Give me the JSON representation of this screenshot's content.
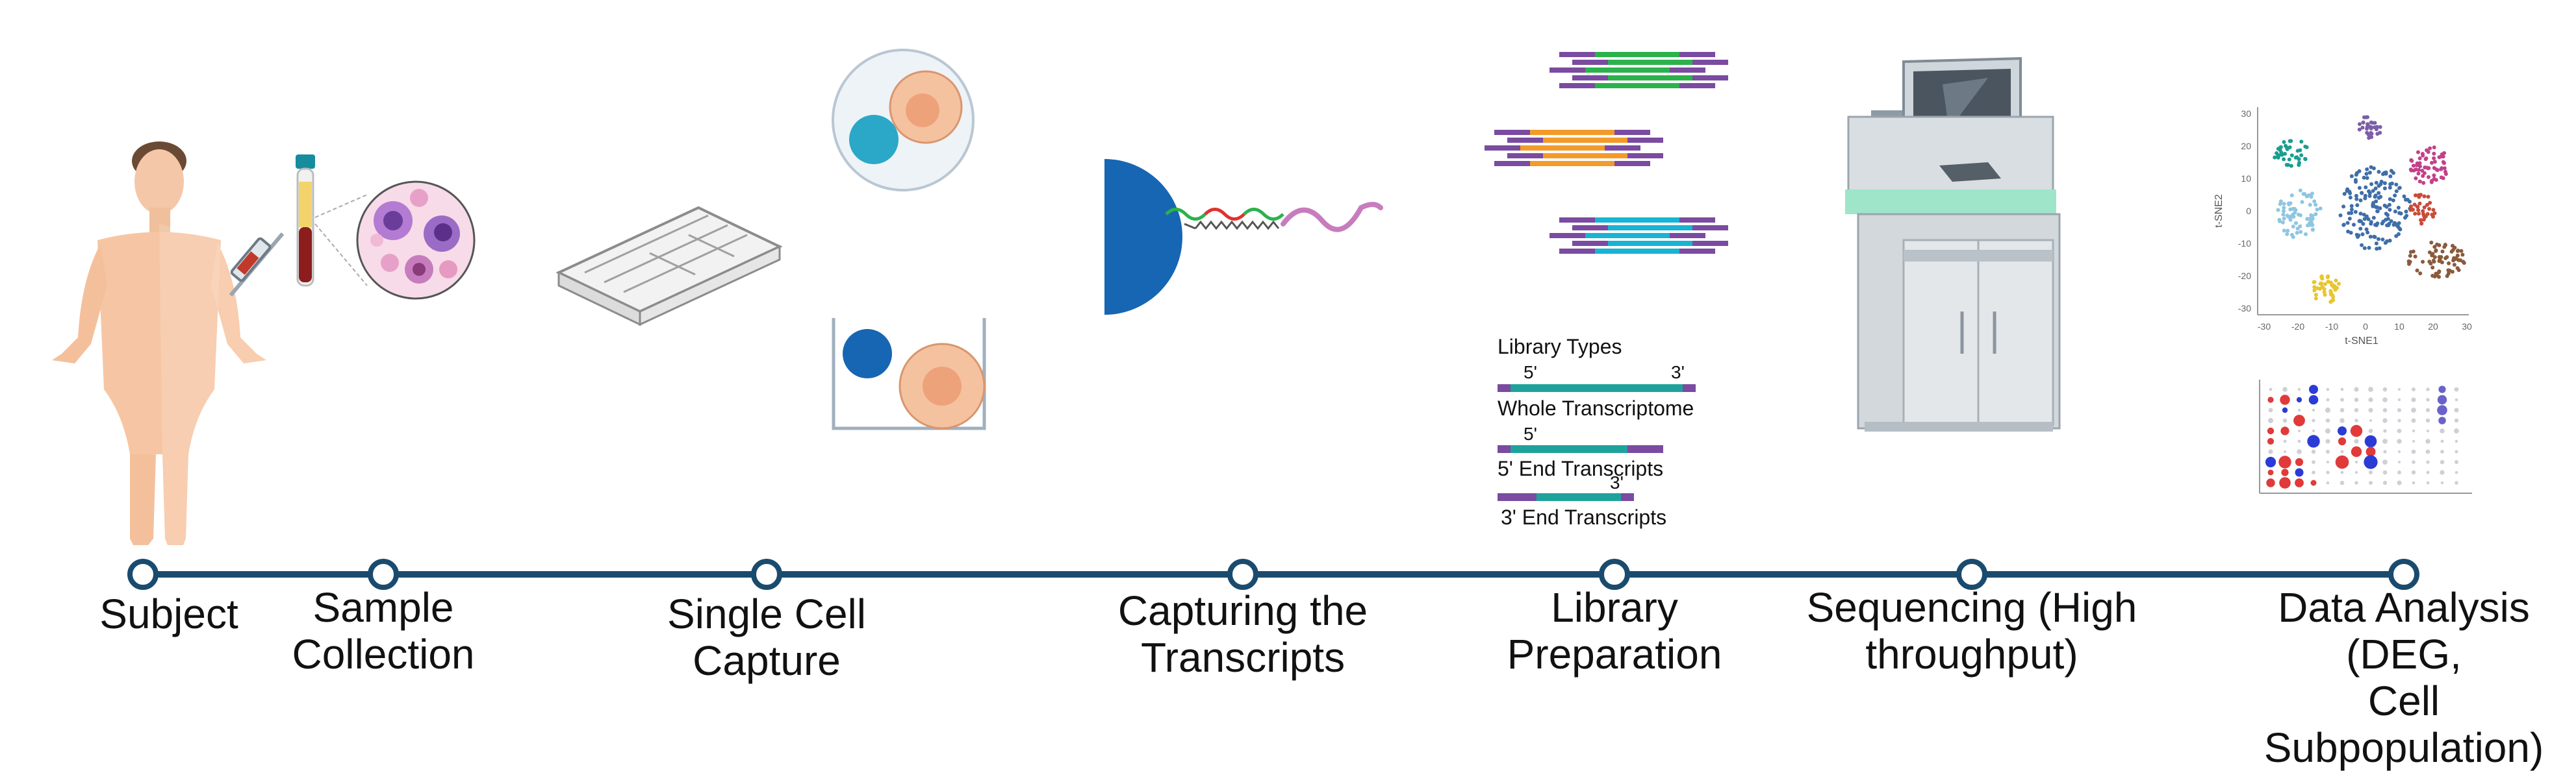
{
  "colors": {
    "timeline": "#1a4b6e",
    "lib_teal": "#1ea39b",
    "lib_purple": "#7a4ba0",
    "strand_green": "#2bb24c",
    "strand_orange": "#f39a2b",
    "strand_cyan": "#19b3d3",
    "bead_blue": "#1766b3",
    "cell_peach": "#f5c2a0"
  },
  "steps": [
    {
      "label": "Subject"
    },
    {
      "label": "Sample\nCollection"
    },
    {
      "label": "Single Cell Capture"
    },
    {
      "label": "Capturing the\nTranscripts"
    },
    {
      "label": "Library\nPreparation"
    },
    {
      "label": "Sequencing (High\nthroughput)"
    },
    {
      "label": "Data Analysis (DEG,\nCell Subpopulation)"
    }
  ],
  "library": {
    "title": "Library Types",
    "whole_5": "5'",
    "whole_3": "3'",
    "whole_label": "Whole Transcriptome",
    "end5_mark": "5'",
    "end5_label": "5' End Transcripts",
    "end3_mark": "3'",
    "end3_label": "3' End Transcripts"
  },
  "tsne": {
    "xlabel": "t-SNE1",
    "ylabel": "t-SNE2",
    "xticks": [
      "-30",
      "-20",
      "-10",
      "0",
      "10",
      "20",
      "30"
    ],
    "yticks": [
      "30",
      "20",
      "10",
      "0",
      "-10",
      "-20",
      "-30"
    ]
  }
}
